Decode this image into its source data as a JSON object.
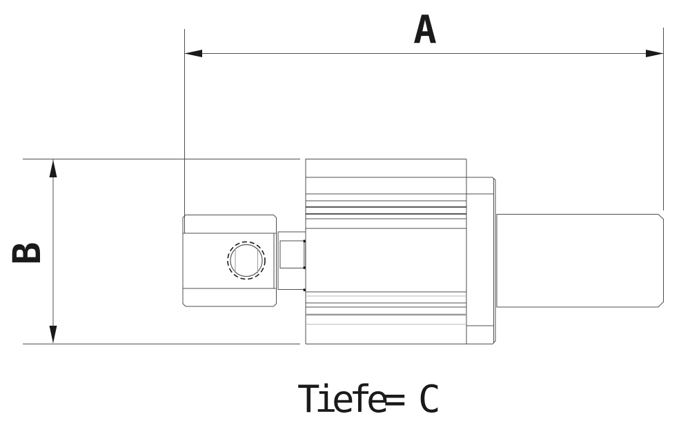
{
  "drawing": {
    "dimension_a_label": "A",
    "dimension_b_label": "B",
    "depth_note": "Tiefe= C"
  },
  "colors": {
    "background": "#ffffff",
    "line": "#4d4d4d",
    "text": "#1a1a1a",
    "highlight": "#b3b3b3"
  }
}
